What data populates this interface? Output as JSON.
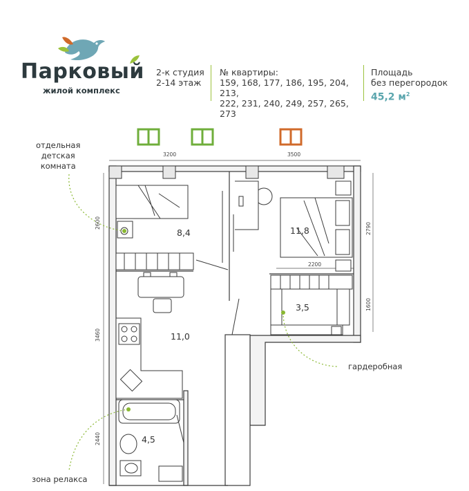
{
  "brand": {
    "name": "Парковый",
    "subtitle": "жилой комплекс"
  },
  "apartment": {
    "type_line1": "2-к студия",
    "type_line2": "2-14 этаж",
    "flats_title": "№ квартиры:",
    "flats_line1": "159, 168, 177, 186, 195, 204, 213,",
    "flats_line2": "222, 231, 240, 249, 257, 265, 273",
    "area_title1": "Площадь",
    "area_title2": "без перегородок",
    "area_value": "45,2 м",
    "area_unit_sup": "2"
  },
  "rooms": {
    "kids": "8,4",
    "bedroom": "11,8",
    "wardrobe": "3,5",
    "kitchen": "11,0",
    "bath": "4,5"
  },
  "callouts": {
    "kids_room": [
      "отдельная",
      "детская",
      "комната"
    ],
    "wardrobe": "гардеробная",
    "relax": "зона релакса"
  },
  "dimensions": {
    "top_left": "3200",
    "top_right": "3500",
    "left_upper": "2600",
    "left_middle": "3460",
    "left_lower": "2440",
    "right_upper": "2790",
    "right_lower": "1600",
    "wardrobe_width": "2200"
  },
  "colors": {
    "brand_green": "#9bc23c",
    "accent_teal": "#5aa5ad",
    "window_green": "#6fae3b",
    "window_orange": "#d06a2a",
    "dot_green": "#8ab832"
  }
}
